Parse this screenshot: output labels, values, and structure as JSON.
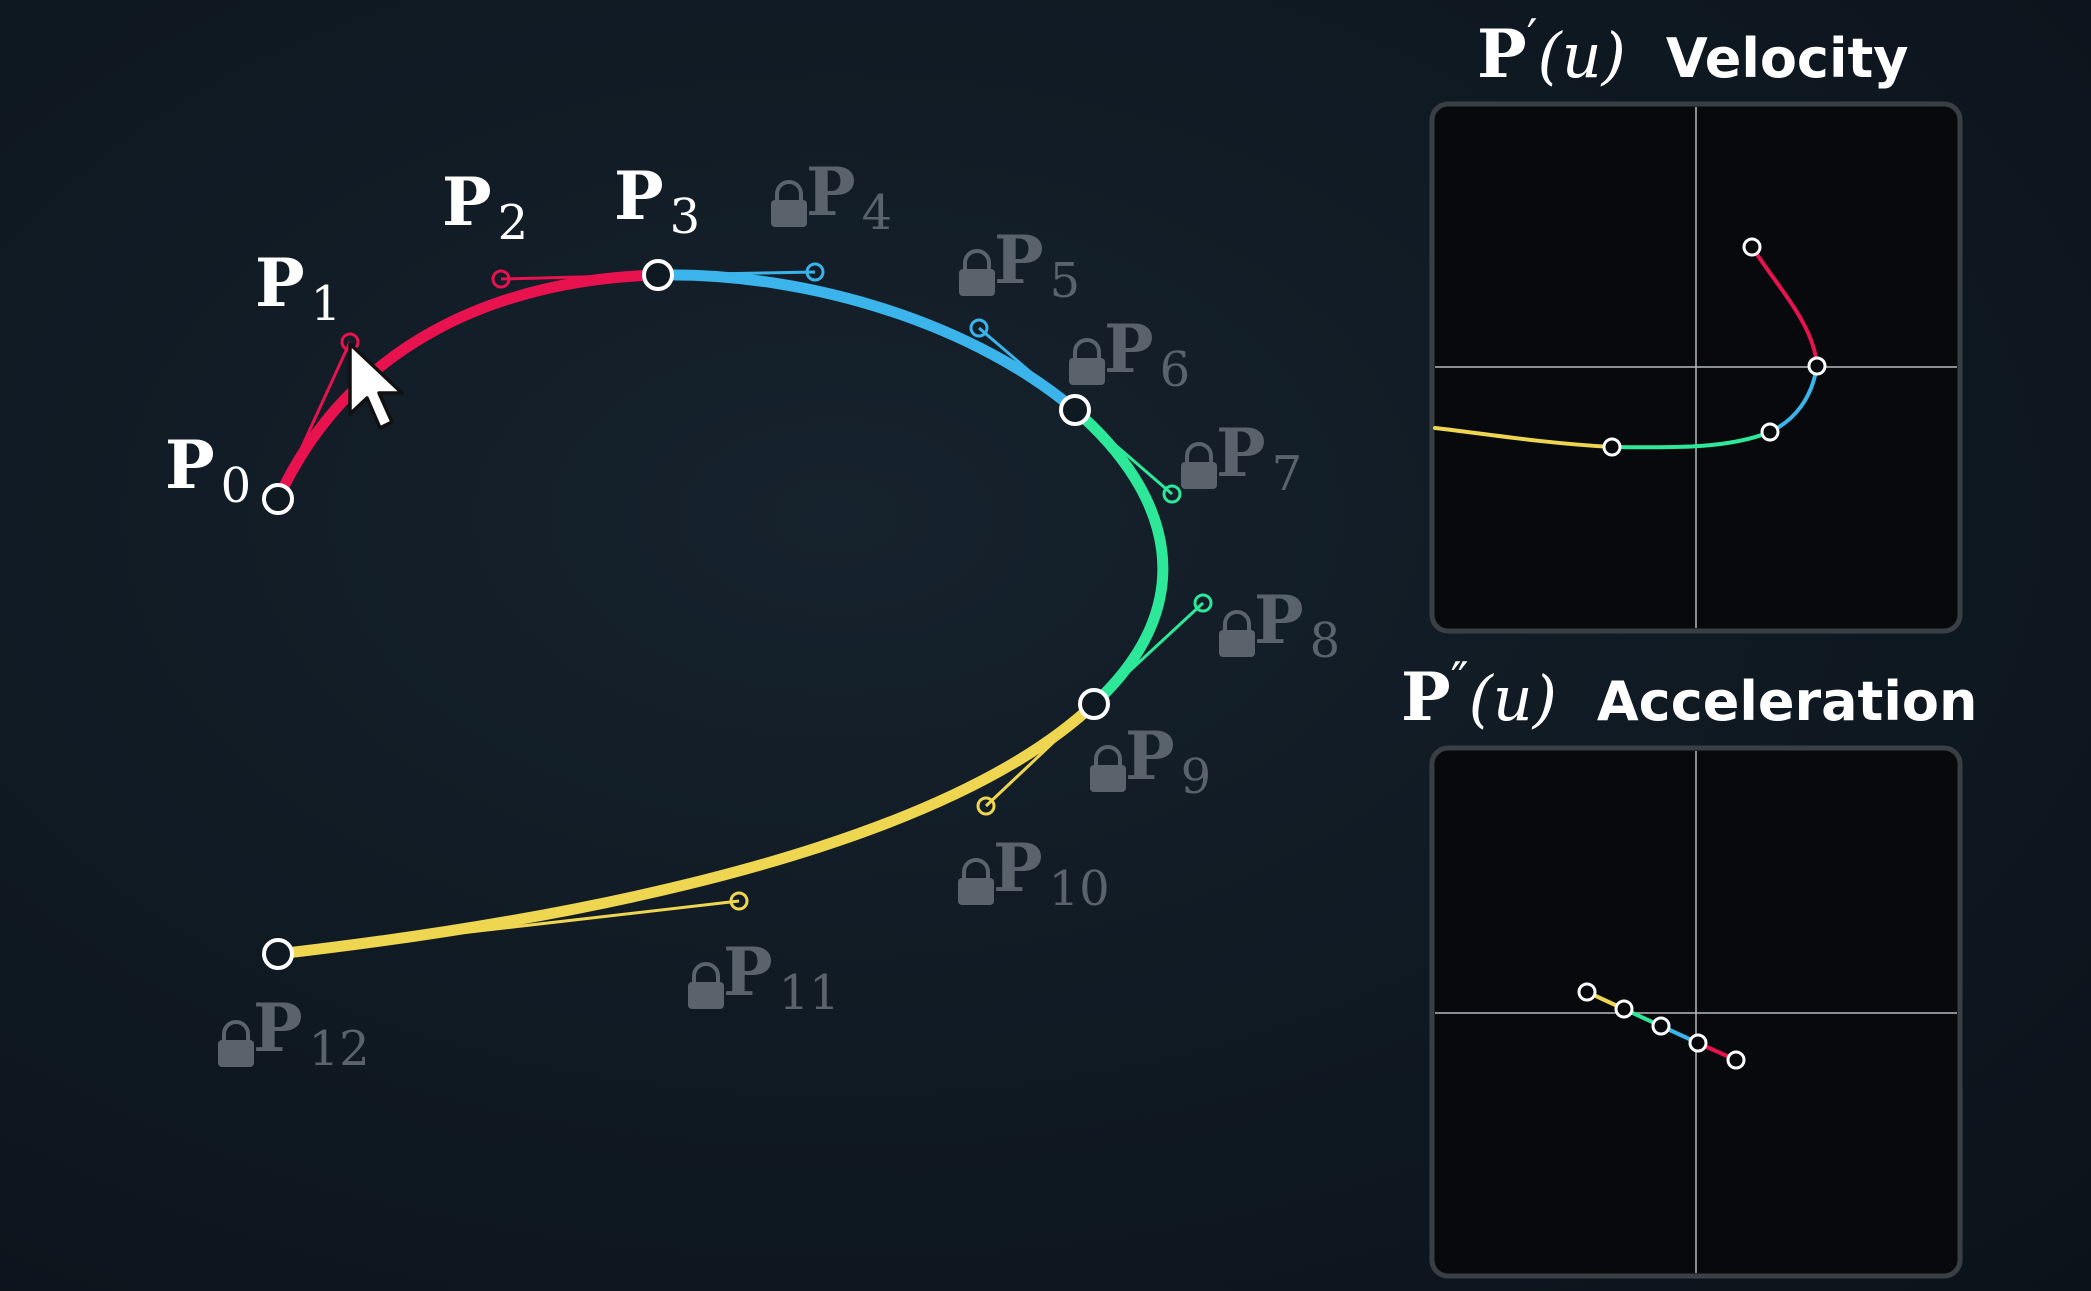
{
  "colors": {
    "segment_1": "#e8124f",
    "segment_2": "#3ab4ea",
    "segment_3": "#2ee89a",
    "segment_4": "#efd651",
    "active_label": "#ffffff",
    "locked_label": "#5a636b",
    "panel_bg": "#07090c",
    "panel_border": "#3a3f45",
    "axis": "#b5b9bd"
  },
  "points": [
    {
      "name": "P",
      "sub": "0",
      "locked": false,
      "kind": "anchor"
    },
    {
      "name": "P",
      "sub": "1",
      "locked": false,
      "kind": "handle"
    },
    {
      "name": "P",
      "sub": "2",
      "locked": false,
      "kind": "handle"
    },
    {
      "name": "P",
      "sub": "3",
      "locked": false,
      "kind": "anchor"
    },
    {
      "name": "P",
      "sub": "4",
      "locked": true,
      "kind": "handle"
    },
    {
      "name": "P",
      "sub": "5",
      "locked": true,
      "kind": "handle"
    },
    {
      "name": "P",
      "sub": "6",
      "locked": true,
      "kind": "anchor"
    },
    {
      "name": "P",
      "sub": "7",
      "locked": true,
      "kind": "handle"
    },
    {
      "name": "P",
      "sub": "8",
      "locked": true,
      "kind": "handle"
    },
    {
      "name": "P",
      "sub": "9",
      "locked": true,
      "kind": "anchor"
    },
    {
      "name": "P",
      "sub": "10",
      "locked": true,
      "kind": "handle"
    },
    {
      "name": "P",
      "sub": "11",
      "locked": true,
      "kind": "handle"
    },
    {
      "name": "P",
      "sub": "12",
      "locked": true,
      "kind": "anchor"
    }
  ],
  "velocity_panel": {
    "symbol": "P",
    "prime": "′",
    "arg": "(u)",
    "label": "Velocity"
  },
  "acceleration_panel": {
    "symbol": "P",
    "prime": "″",
    "arg": "(u)",
    "label": "Acceleration"
  },
  "icons": {
    "cursor": "mouse-pointer-icon",
    "lock": "lock-icon"
  }
}
